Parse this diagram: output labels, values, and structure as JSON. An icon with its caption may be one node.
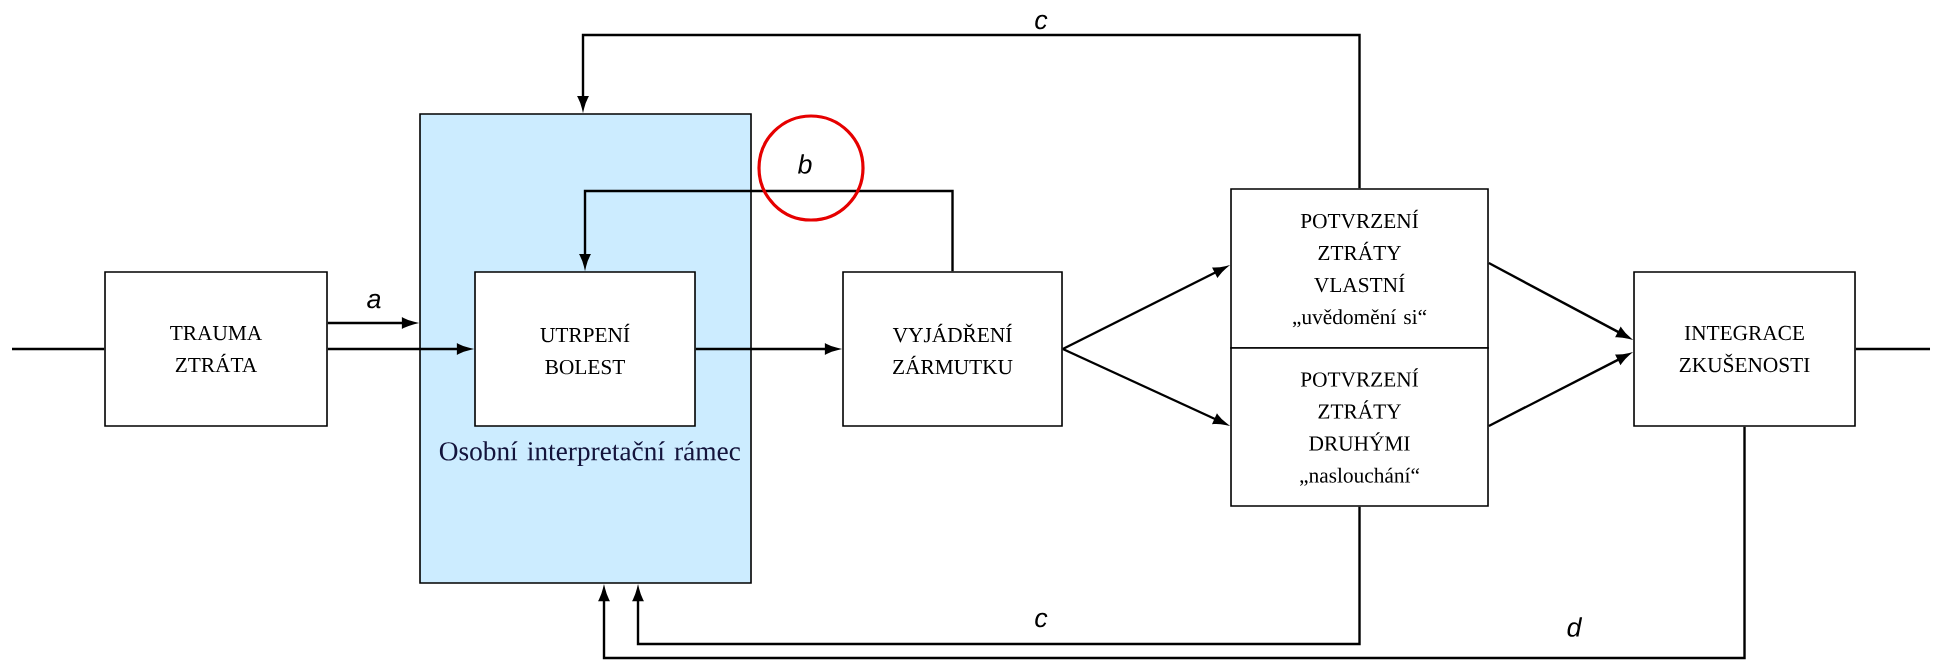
{
  "diagram": {
    "nodes": [
      {
        "text": [
          "TRAUMA ZTRÁTA"
        ]
      },
      {
        "text": [
          "Osobní interpretační rámec"
        ]
      },
      {
        "text": [
          "UTRPENÍ BOLEST"
        ],
        "in": 1
      },
      {
        "text": [
          "VYJÁDŘENÍ ZÁRMUTKU"
        ]
      },
      {
        "text": [
          "POTVRZENÍ ZTRÁTY VLASTNÍ",
          "„uvědomění si“"
        ]
      },
      {
        "text": [
          "POTVRZENÍ ZTRÁTY DRUHÝMI",
          "„naslouchání“"
        ]
      },
      {
        "text": [
          "INTEGRACE ZKUŠENOSTI"
        ]
      }
    ],
    "edges": [
      {
        "from": null,
        "to": 0,
        "arrow": "none"
      },
      {
        "from": 0,
        "to": 1,
        "arrow": "to",
        "label": "a"
      },
      {
        "from": 0,
        "to": 2,
        "arrow": "to"
      },
      {
        "from": 2,
        "to": 3,
        "arrow": "to"
      },
      {
        "from": 3,
        "to": 2,
        "arrow": "to",
        "label": "b"
      },
      {
        "from": 3,
        "to": 4,
        "arrow": "to"
      },
      {
        "from": 3,
        "to": 5,
        "arrow": "to"
      },
      {
        "from": 4,
        "to": 6,
        "arrow": "to"
      },
      {
        "from": 5,
        "to": 6,
        "arrow": "to"
      },
      {
        "from": 4,
        "to": 1,
        "arrow": "to",
        "label": "c"
      },
      {
        "from": 5,
        "to": 1,
        "arrow": "to",
        "label": "c"
      },
      {
        "from": 6,
        "to": 1,
        "arrow": "to",
        "label": "d"
      },
      {
        "from": 6,
        "to": null,
        "arrow": "none"
      }
    ]
  }
}
